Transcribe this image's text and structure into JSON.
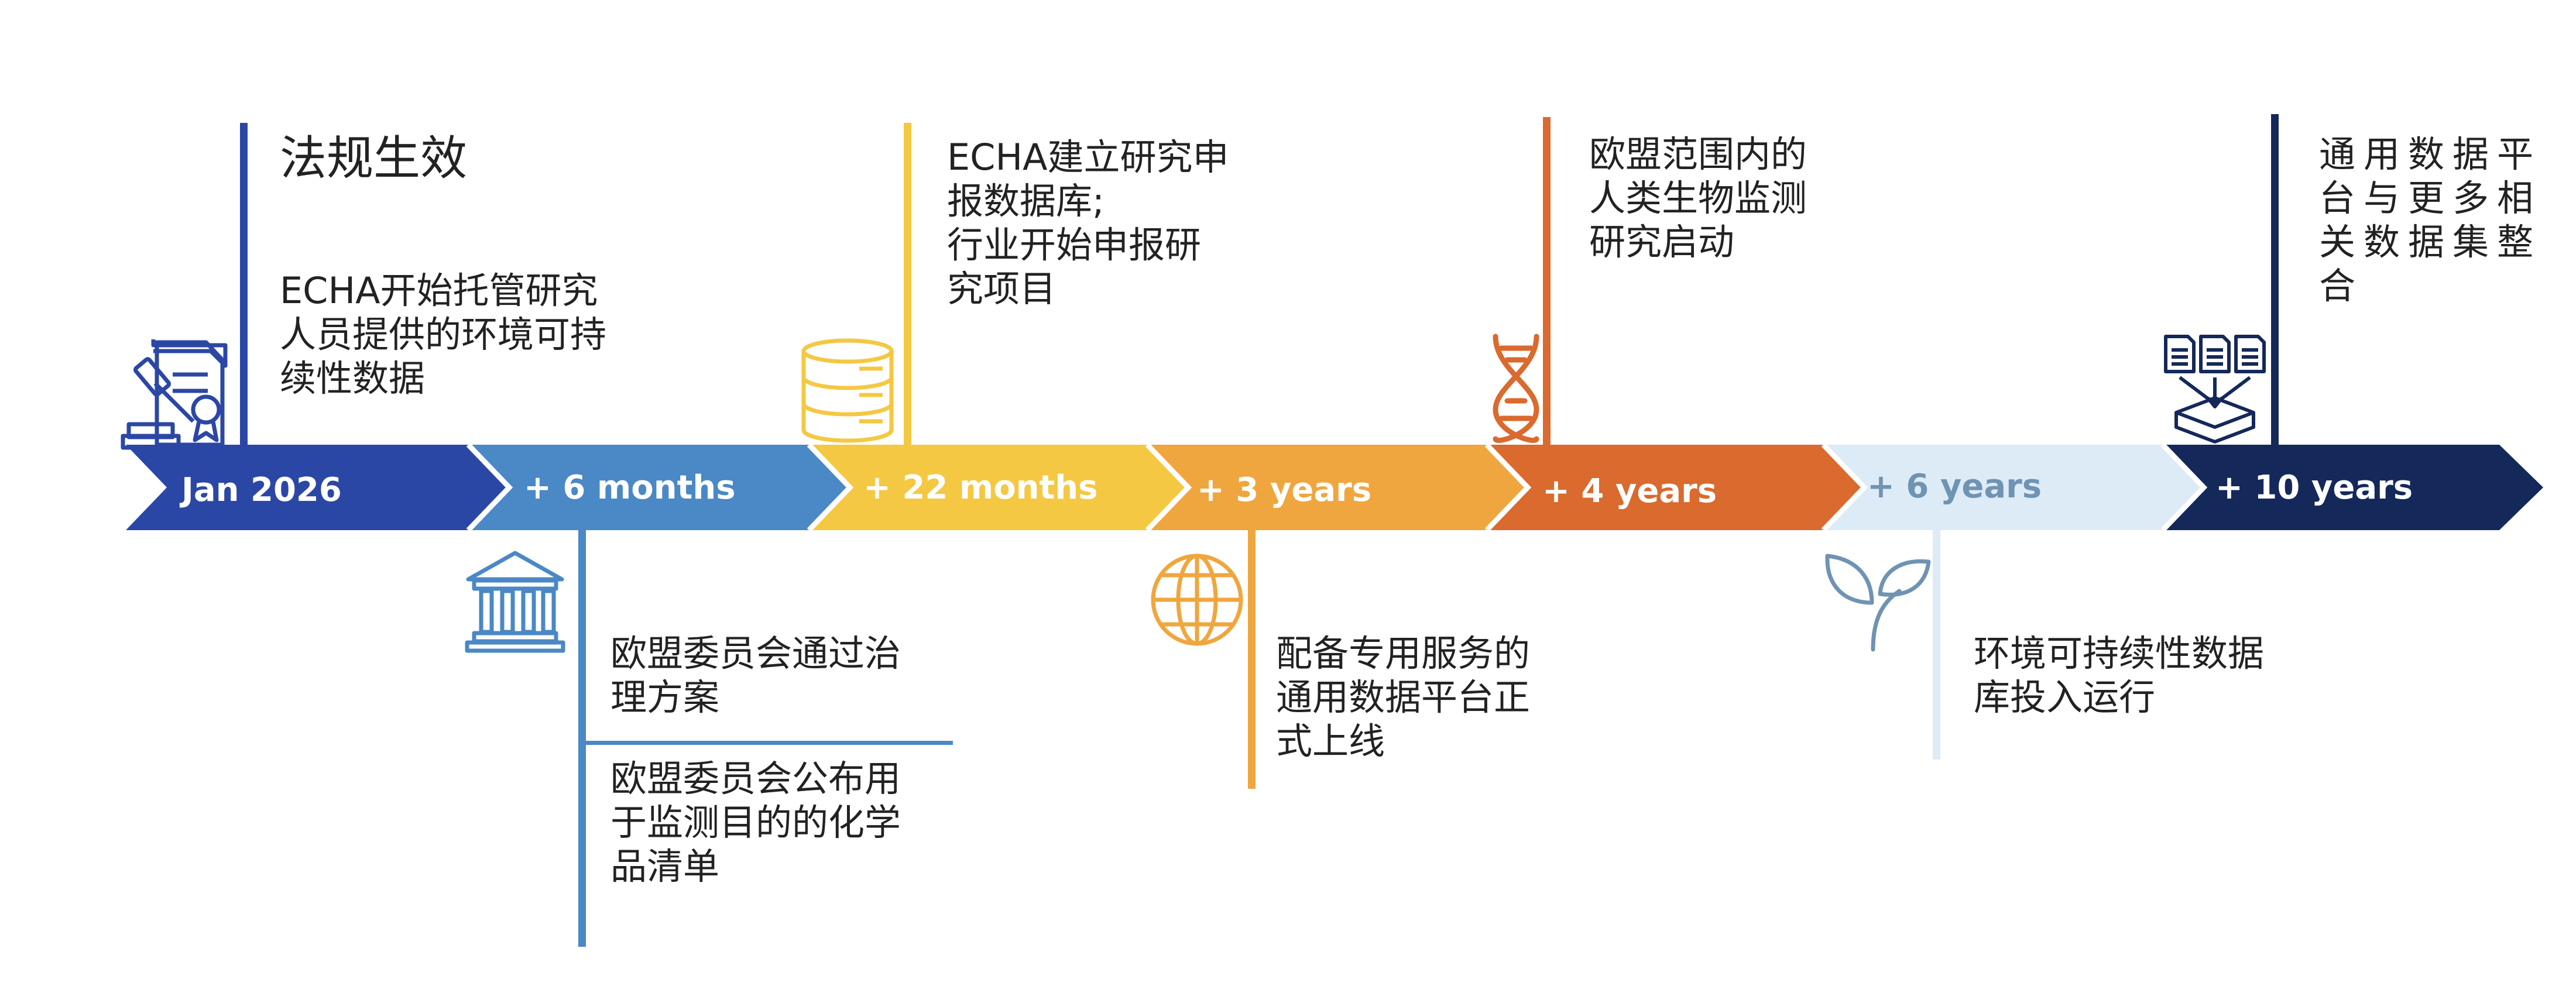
{
  "colors": {
    "dark_blue": "#2B47A6",
    "mid_blue": "#4A88C6",
    "yellow": "#F4C842",
    "orange_light": "#F0A63E",
    "orange_dark": "#DA6A2E",
    "light_blue": "#DDEBF6",
    "navy": "#15285A",
    "text": "#222222"
  },
  "milestones": [
    {
      "label": "Jan 2026",
      "color": "#2B47A6",
      "text_color": "#FFFFFF"
    },
    {
      "label": "+ 6 months",
      "color": "#4A88C6",
      "text_color": "#FFFFFF"
    },
    {
      "label": "+ 22 months",
      "color": "#F4C842",
      "text_color": "#FFFFFF"
    },
    {
      "label": "+ 3 years",
      "color": "#F0A63E",
      "text_color": "#FFFFFF"
    },
    {
      "label": "+ 4 years",
      "color": "#DA6A2E",
      "text_color": "#FFFFFF"
    },
    {
      "label": "+ 6 years",
      "color": "#DDEBF6",
      "text_color": "#6F93B3"
    },
    {
      "label": "+ 10 years",
      "color": "#15285A",
      "text_color": "#FFFFFF"
    }
  ],
  "events": {
    "jan2026": {
      "title": "法规生效",
      "lines": [
        "ECHA开始托管研究",
        "人员提供的环境可持",
        "续性数据"
      ]
    },
    "m6_a": {
      "lines": [
        "欧盟委员会通过治",
        "理方案"
      ]
    },
    "m6_b": {
      "lines": [
        "欧盟委员会公布用",
        "于监测目的的化学",
        "品清单"
      ]
    },
    "m22": {
      "lines": [
        "ECHA建立研究申",
        "报数据库;",
        "行业开始申报研",
        "究项目"
      ]
    },
    "y3": {
      "lines": [
        "配备专用服务的",
        "通用数据平台正",
        "式上线"
      ]
    },
    "y4": {
      "lines": [
        "欧盟范围内的",
        "人类生物监测",
        "研究启动"
      ]
    },
    "y6": {
      "lines": [
        "环境可持续性数据",
        "库投入运行"
      ]
    },
    "y10": {
      "lines": [
        "通用数据平",
        "台与更多相",
        "关数据集整",
        "合"
      ]
    }
  },
  "icons": [
    "law-gavel-icon",
    "institution-building-icon",
    "database-icon",
    "globe-icon",
    "dna-icon",
    "plant-icon",
    "documents-integration-icon"
  ]
}
